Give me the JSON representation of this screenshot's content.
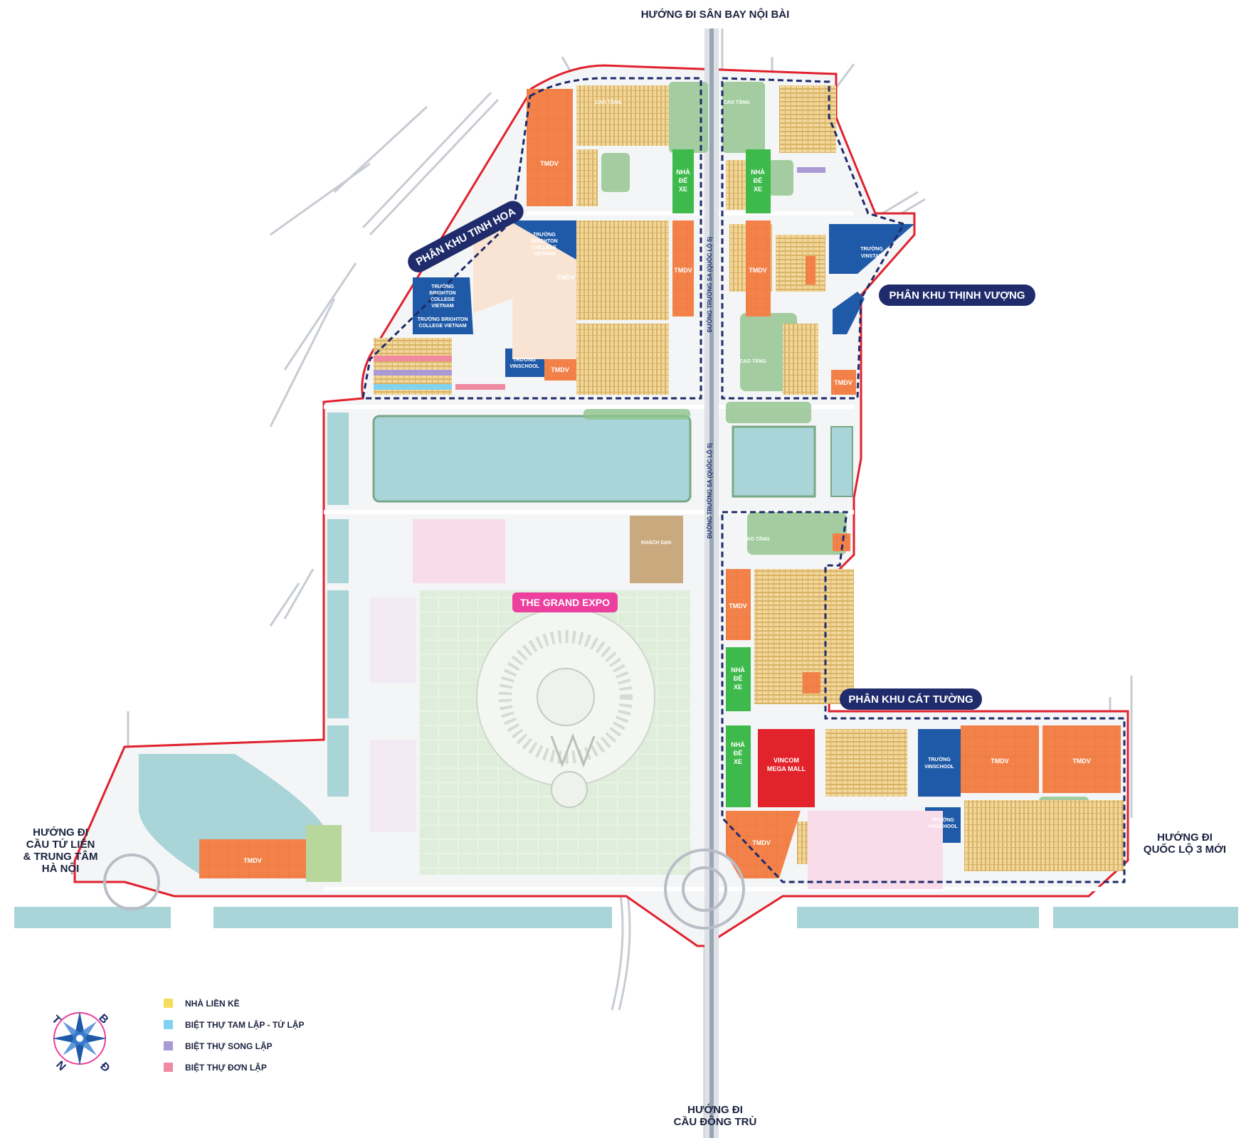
{
  "directions": {
    "north": "HƯỚNG ĐI SÂN BAY NỘI BÀI",
    "west_line1": "HƯỚNG ĐI",
    "west_line2": "CẦU TỨ LIÊN",
    "west_line3": "& TRUNG TÂM",
    "west_line4": "HÀ NỘI",
    "east_line1": "HƯỚNG ĐI",
    "east_line2": "QUỐC LỘ 3 MỚI",
    "south_line1": "HƯỚNG ĐI",
    "south_line2": "CẦU ĐÔNG TRÙ"
  },
  "zones": {
    "tinh_hoa": "PHÂN KHU TINH HOA",
    "thinh_vuong": "PHÂN KHU THỊNH VƯỢNG",
    "cat_tuong": "PHÂN KHU CÁT TƯỜNG"
  },
  "landmarks": {
    "grand_expo": "THE GRAND EXPO",
    "khach_san": "KHÁCH SẠN",
    "vincom_1": "VINCOM",
    "vincom_2": "MEGA MALL",
    "tmdv": "TMDV",
    "cao_tang": "CAO TẦNG",
    "nha_de_xe_1": "NHÀ",
    "nha_de_xe_2": "ĐỂ",
    "nha_de_xe_3": "XE",
    "brighton_1": "TRƯỜNG",
    "brighton_2": "BRIGHTON",
    "brighton_3": "COLLEGE",
    "brighton_4": "VIETNAM",
    "brighton_b": "TRƯỜNG BRIGHTON",
    "brighton_c": "COLLEGE VIETNAM",
    "vinstar_1": "TRƯỜNG",
    "vinstar_2": "VINSTAR",
    "vinschool_1": "TRƯỜNG",
    "vinschool_2": "VINSCHOOL",
    "highway": "ĐƯỜNG TRƯỜNG SA (QUỐC LỘ 5)"
  },
  "legend": [
    {
      "label": "NHÀ LIỀN KỀ",
      "color": "#f4dc5c"
    },
    {
      "label": "BIỆT THỰ TAM LẬP - TỨ LẬP",
      "color": "#7fd3f0"
    },
    {
      "label": "BIỆT THỰ SONG LẬP",
      "color": "#a99ad6"
    },
    {
      "label": "BIỆT THỰ ĐƠN LẬP",
      "color": "#f08aa0"
    }
  ],
  "compass": {
    "n": "B",
    "s": "N",
    "e": "Đ",
    "w": "T"
  },
  "colors": {
    "boundary": "#e0212e",
    "zone_outline": "#1f2b6b",
    "water": "#a9d4d8",
    "tmdv": "#f07a3e",
    "school": "#1f5aa8",
    "parking": "#3dba4b",
    "mall": "#e2232b",
    "townhouse": "#e6c37a",
    "expo_pink": "#ec3f9e",
    "navy_pill": "#1f2b6b"
  }
}
